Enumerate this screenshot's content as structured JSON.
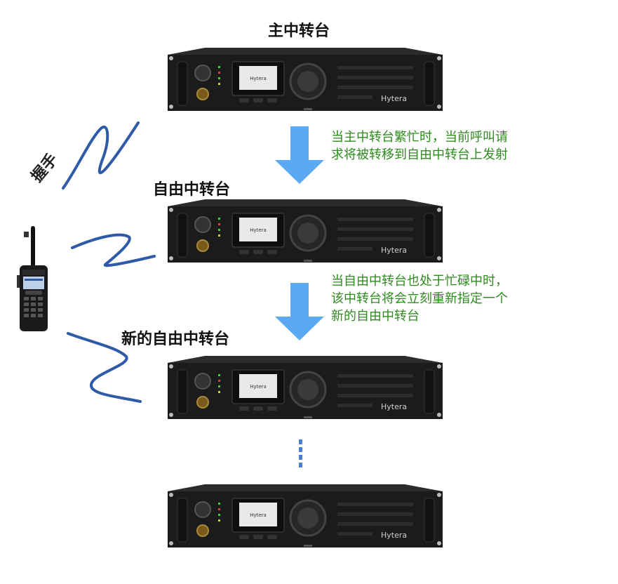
{
  "repeaters": [
    {
      "title": "主中转台",
      "brand": "Hytera",
      "lcd": "Hytera"
    },
    {
      "title": "自由中转台",
      "brand": "Hytera",
      "lcd": "Hytera"
    },
    {
      "title": "新的自由中转台",
      "brand": "Hytera",
      "lcd": "Hytera"
    },
    {
      "title": "",
      "brand": "Hytera",
      "lcd": "Hytera"
    }
  ],
  "notes": [
    {
      "lines": [
        "当主中转台繁忙时，当前呼叫请",
        "求将被转移到自由中转台上发射"
      ]
    },
    {
      "lines": [
        "当自由中转台也处于忙碌中时，",
        "该中转台将会立刻重新指定一个",
        "新的自由中转台"
      ]
    }
  ],
  "handshake_label": "握手",
  "colors": {
    "arrow": "#5aa9f2",
    "note_text": "#2e8b1e",
    "wave": "#2f5aa8",
    "device": "#141414"
  }
}
